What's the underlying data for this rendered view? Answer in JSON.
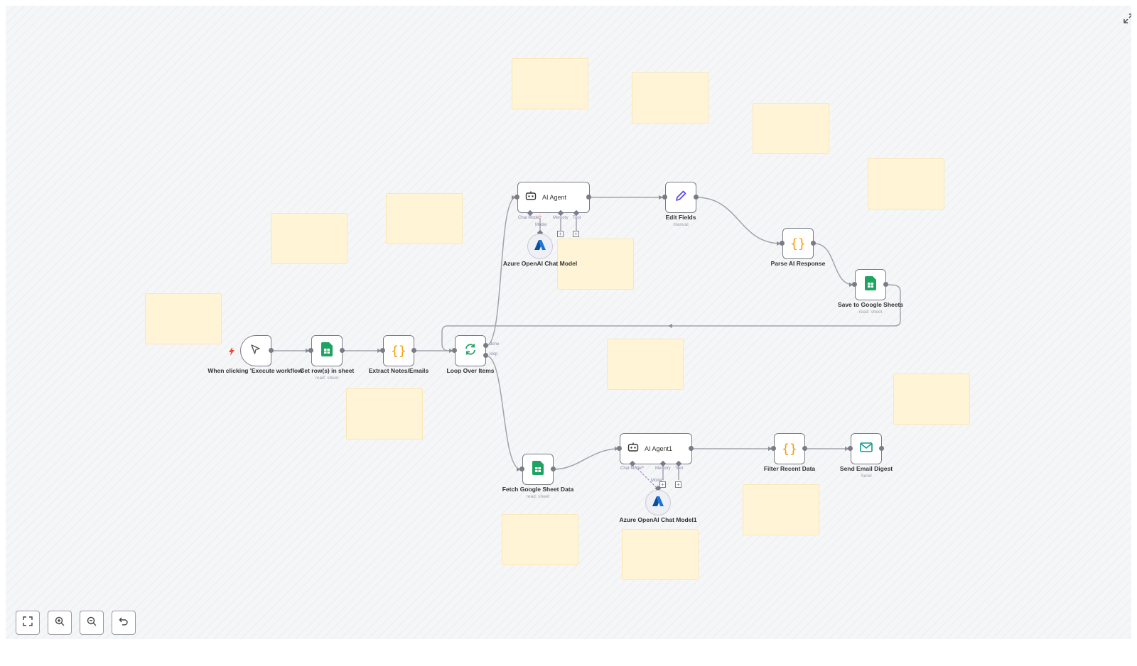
{
  "workflow": {
    "nodes": {
      "trigger": {
        "label": "When clicking 'Execute workflow'"
      },
      "get_rows": {
        "label": "Get row(s) in sheet",
        "sub": "read: sheet"
      },
      "extract": {
        "label": "Extract Notes/Emails"
      },
      "loop": {
        "label": "Loop Over Items",
        "out_done": "done",
        "out_loop": "loop"
      },
      "agent1": {
        "label": "AI Agent",
        "chat_model": "Chat Model",
        "required_mark": "*",
        "memory": "Memory",
        "tool": "Tool",
        "model_tag": "Model"
      },
      "azure1": {
        "label": "Azure OpenAI Chat Model"
      },
      "edit": {
        "label": "Edit Fields",
        "sub": "manual"
      },
      "parse": {
        "label": "Parse AI Response"
      },
      "save": {
        "label": "Save to Google Sheets",
        "sub": "read: sheet"
      },
      "fetch": {
        "label": "Fetch Google Sheet Data",
        "sub": "read: sheet"
      },
      "agent2": {
        "label": "AI Agent1",
        "chat_model": "Chat Model",
        "required_mark": "*",
        "memory": "Memory",
        "tool": "Tool",
        "model_tag": "Model"
      },
      "azure2": {
        "label": "Azure OpenAI Chat Model1"
      },
      "filter": {
        "label": "Filter Recent Data"
      },
      "email": {
        "label": "Send Email Digest",
        "sub": "Send"
      }
    },
    "icons": {
      "trigger": "cursor-pointer-icon",
      "sheets": "google-sheets-icon",
      "code": "code-braces-icon",
      "loop": "refresh-icon",
      "agent": "robot-icon",
      "azure": "azure-icon",
      "edit": "pencil-icon",
      "email": "envelope-icon"
    },
    "colors": {
      "sheets_green": "#1ea362",
      "code_orange": "#f59e0b",
      "azure_blue": "#1a73d9",
      "edit_indigo": "#4f46e5",
      "email_teal": "#0f9b8e",
      "trigger_red": "#e74c3c",
      "sticky_yellow": "#fff4d6"
    }
  },
  "toolbar": {
    "buttons": [
      "zoom-to-fit",
      "zoom-in",
      "zoom-out",
      "reset-zoom"
    ]
  }
}
